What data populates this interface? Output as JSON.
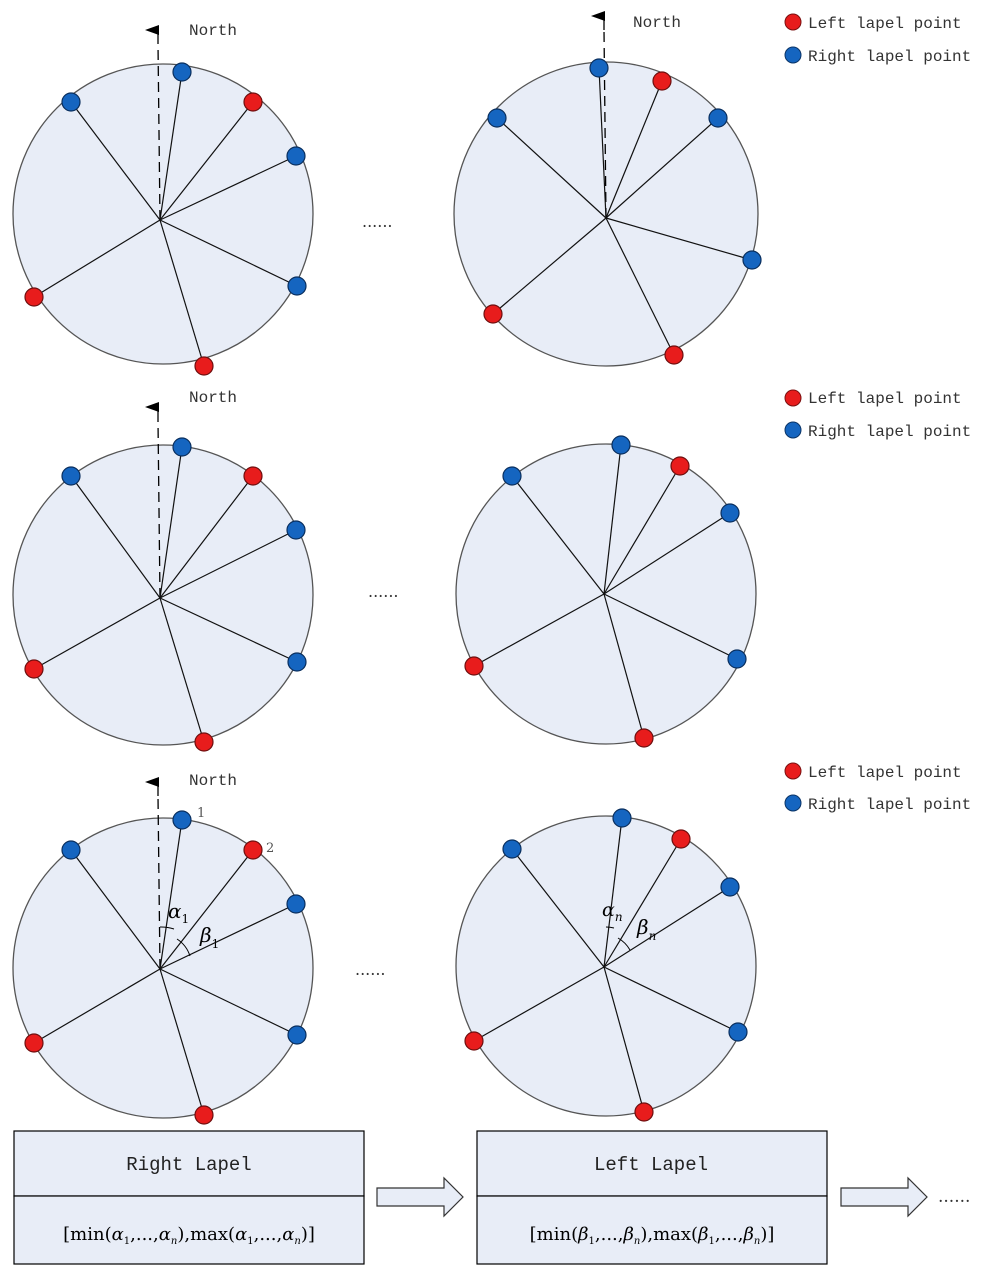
{
  "north_label": "North",
  "ellipsis": "......",
  "legend": {
    "left_label": "Left lapel point",
    "right_label": "Right lapel point",
    "left_color": "#e81c1c",
    "right_color": "#1565c0"
  },
  "circle_fill": "#e8edf7",
  "point_numbers": [
    "1",
    "2"
  ],
  "angles": {
    "alpha_1": "α1",
    "beta_1": "β1",
    "alpha_n": "αn",
    "beta_n": "βn"
  },
  "boxes": {
    "right": {
      "title": "Right Lapel",
      "formula": "[min(α1,...,αn),max(α1,...,αn)]"
    },
    "left": {
      "title": "Left Lapel",
      "formula": "[min(β1,...,βn),max(β1,...,βn)]"
    }
  }
}
